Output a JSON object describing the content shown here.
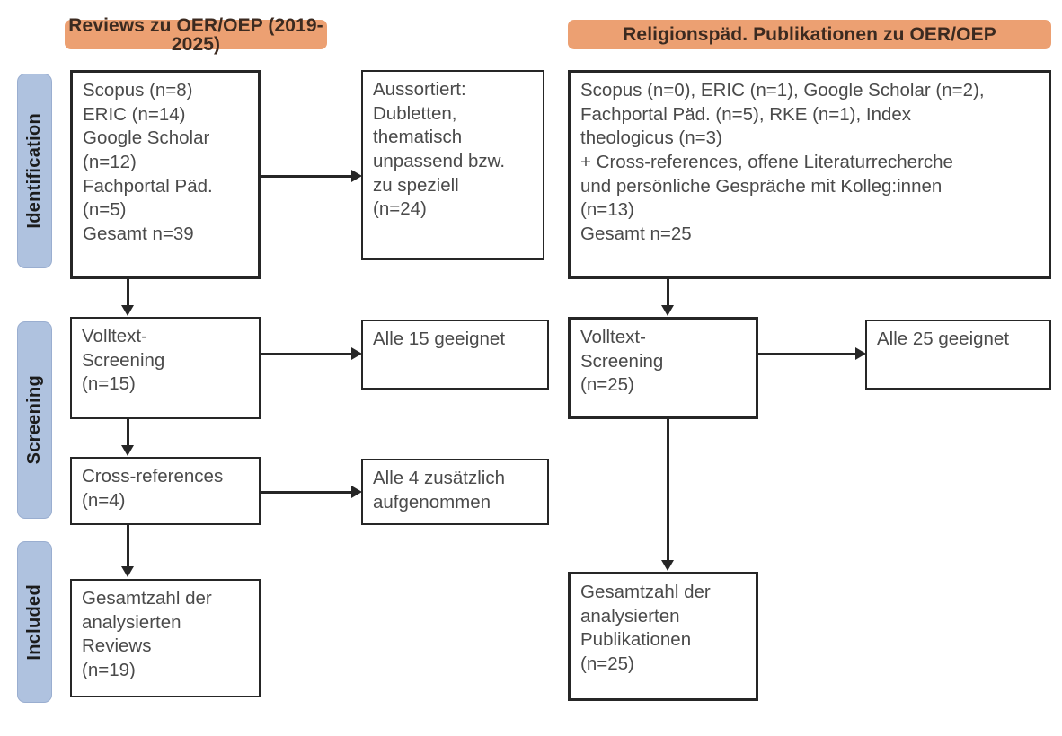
{
  "figure": {
    "type": "prisma-flow-diagram",
    "columns": [
      {
        "id": "left",
        "header": "Reviews zu OER/OEP (2019-2025)"
      },
      {
        "id": "right",
        "header": "Religionspäd. Publikationen zu OER/OEP"
      }
    ],
    "stages": [
      {
        "id": "identification",
        "label": "Identification"
      },
      {
        "id": "screening",
        "label": "Screening"
      },
      {
        "id": "included",
        "label": "Included"
      }
    ],
    "colors": {
      "header_fill": "#ECA072",
      "stage_tab_fill": "#AFC2DF",
      "box_border": "#262626",
      "box_fill": "#FFFFFF",
      "text": "#4A4A4A",
      "connector": "#262626"
    }
  },
  "left_column": {
    "sources": "Scopus (n=8)\nERIC (n=14)\nGoogle Scholar\n(n=12)\nFachportal Päd.\n(n=5)\nGesamt n=39",
    "excluded": "Aussortiert:\nDubletten,\nthematisch\nunpassend bzw.\nzu speziell\n(n=24)",
    "fulltext_screening": "Volltext-\nScreening\n(n=15)",
    "all_eligible": "Alle 15 geeignet",
    "cross_references": "Cross-references\n(n=4)",
    "all_added": "Alle 4 zusätzlich\naufgenommen",
    "total": "Gesamtzahl der\nanalysierten\nReviews\n(n=19)"
  },
  "right_column": {
    "sources": "Scopus (n=0), ERIC (n=1), Google Scholar (n=2),\nFachportal Päd. (n=5), RKE (n=1), Index\ntheologicus (n=3)\n+ Cross-references, offene Literaturrecherche\nund persönliche Gespräche mit Kolleg:innen\n(n=13)\nGesamt n=25",
    "fulltext_screening": "Volltext-\nScreening\n(n=25)",
    "all_eligible": "Alle 25 geeignet",
    "total": "Gesamtzahl der\nanalysierten\nPublikationen\n(n=25)"
  },
  "counts": {
    "left_scopus": 8,
    "left_eric": 14,
    "left_google_scholar": 12,
    "left_fachportal": 5,
    "left_total_identified": 39,
    "left_excluded": 24,
    "left_fulltext_screened": 15,
    "left_eligible": 15,
    "left_cross_references": 4,
    "left_included": 19,
    "right_scopus": 0,
    "right_eric": 1,
    "right_google_scholar": 2,
    "right_fachportal": 5,
    "right_rke": 1,
    "right_index_theologicus": 3,
    "right_other_sources": 13,
    "right_total_identified": 25,
    "right_fulltext_screened": 25,
    "right_eligible": 25,
    "right_included": 25
  }
}
